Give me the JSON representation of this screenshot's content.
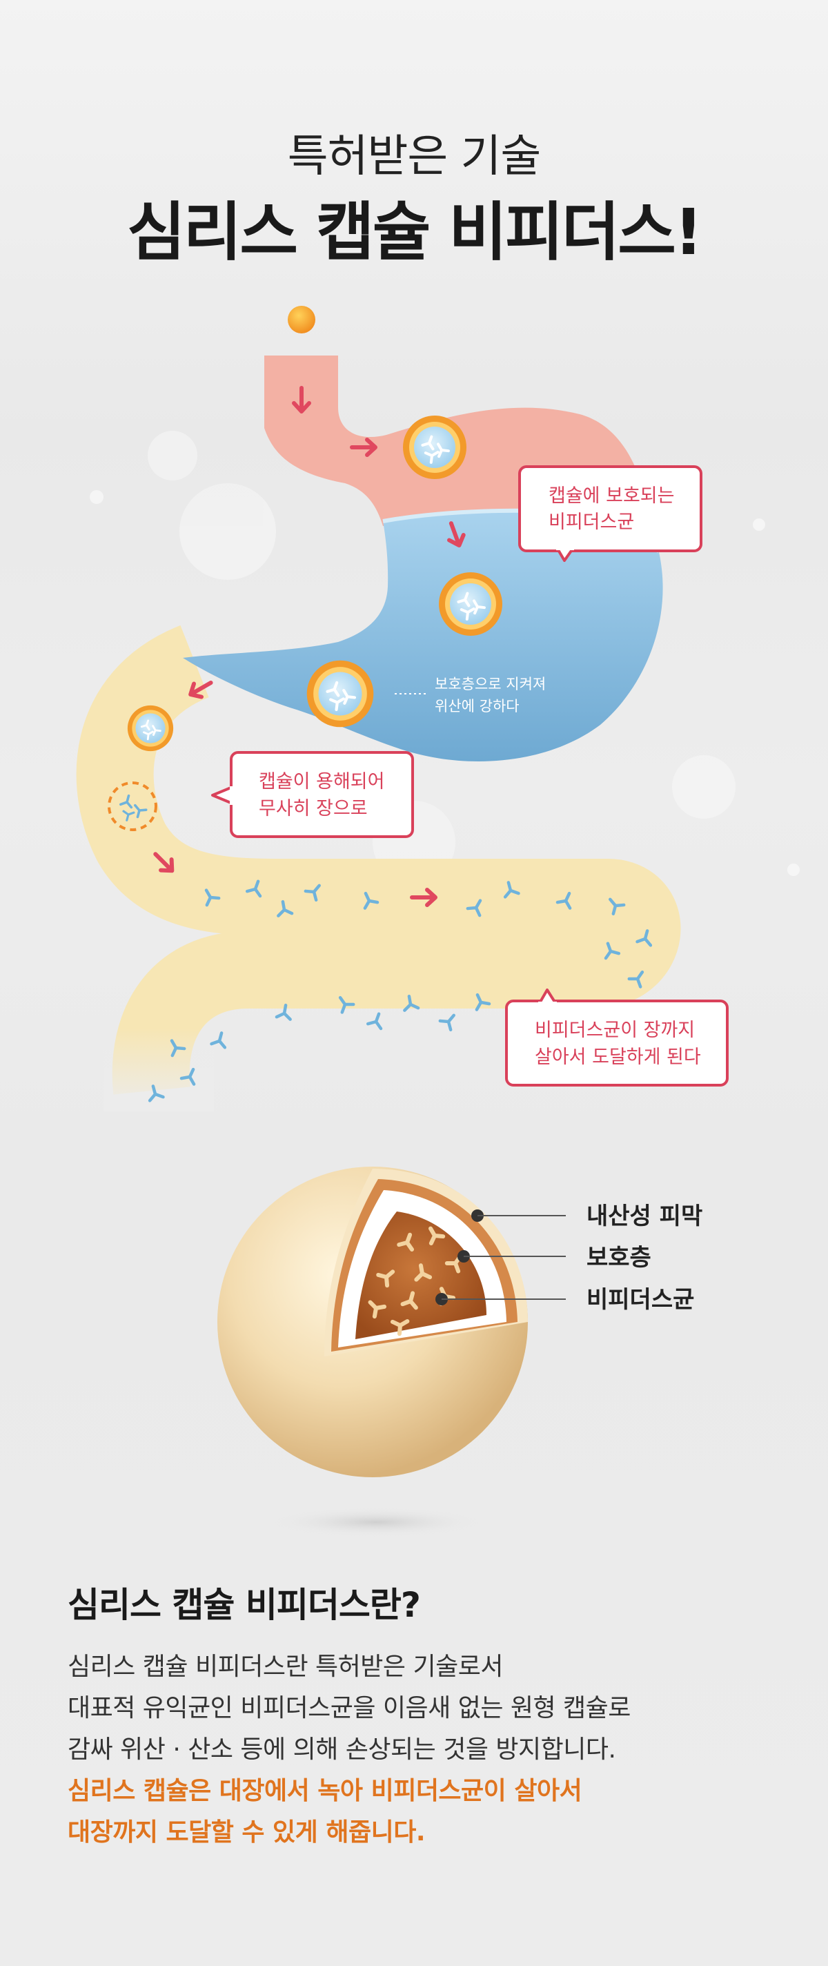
{
  "header": {
    "subtitle": "특허받은 기술",
    "title": "심리스 캡슐 비피더스!"
  },
  "diagram": {
    "callouts": [
      {
        "lines": [
          "캡슐에 보호되는",
          "비피더스균"
        ]
      },
      {
        "lines": [
          "캡슐이 용해되어",
          "무사히 장으로"
        ]
      },
      {
        "lines": [
          "비피더스균이 장까지",
          "살아서 도달하게 된다"
        ]
      }
    ],
    "stomach_note": [
      "보호층으로 지켜져",
      "위산에 강하다"
    ]
  },
  "capsule": {
    "layers": [
      "내산성 피막",
      "보호층",
      "비피더스균"
    ]
  },
  "section": {
    "title": "심리스 캡슐 비피더스란?",
    "body": [
      "심리스 캡슐 비피더스란 특허받은 기술로서",
      "대표적 유익균인 비피더스균을 이음새 없는 원형 캡슐로",
      "감싸 위산 · 산소 등에 의해 손상되는 것을 방지합니다."
    ],
    "highlight": [
      "심리스 캡슐은 대장에서 녹아 비피더스균이 살아서",
      "대장까지 도달할 수 있게 해줍니다."
    ]
  },
  "colors": {
    "accent": "#e0741e",
    "callout": "#d9415a",
    "stomach_acid": "#7fb3d6",
    "esophagus": "#f3b1a4",
    "intestine": "#f7e6b4"
  }
}
